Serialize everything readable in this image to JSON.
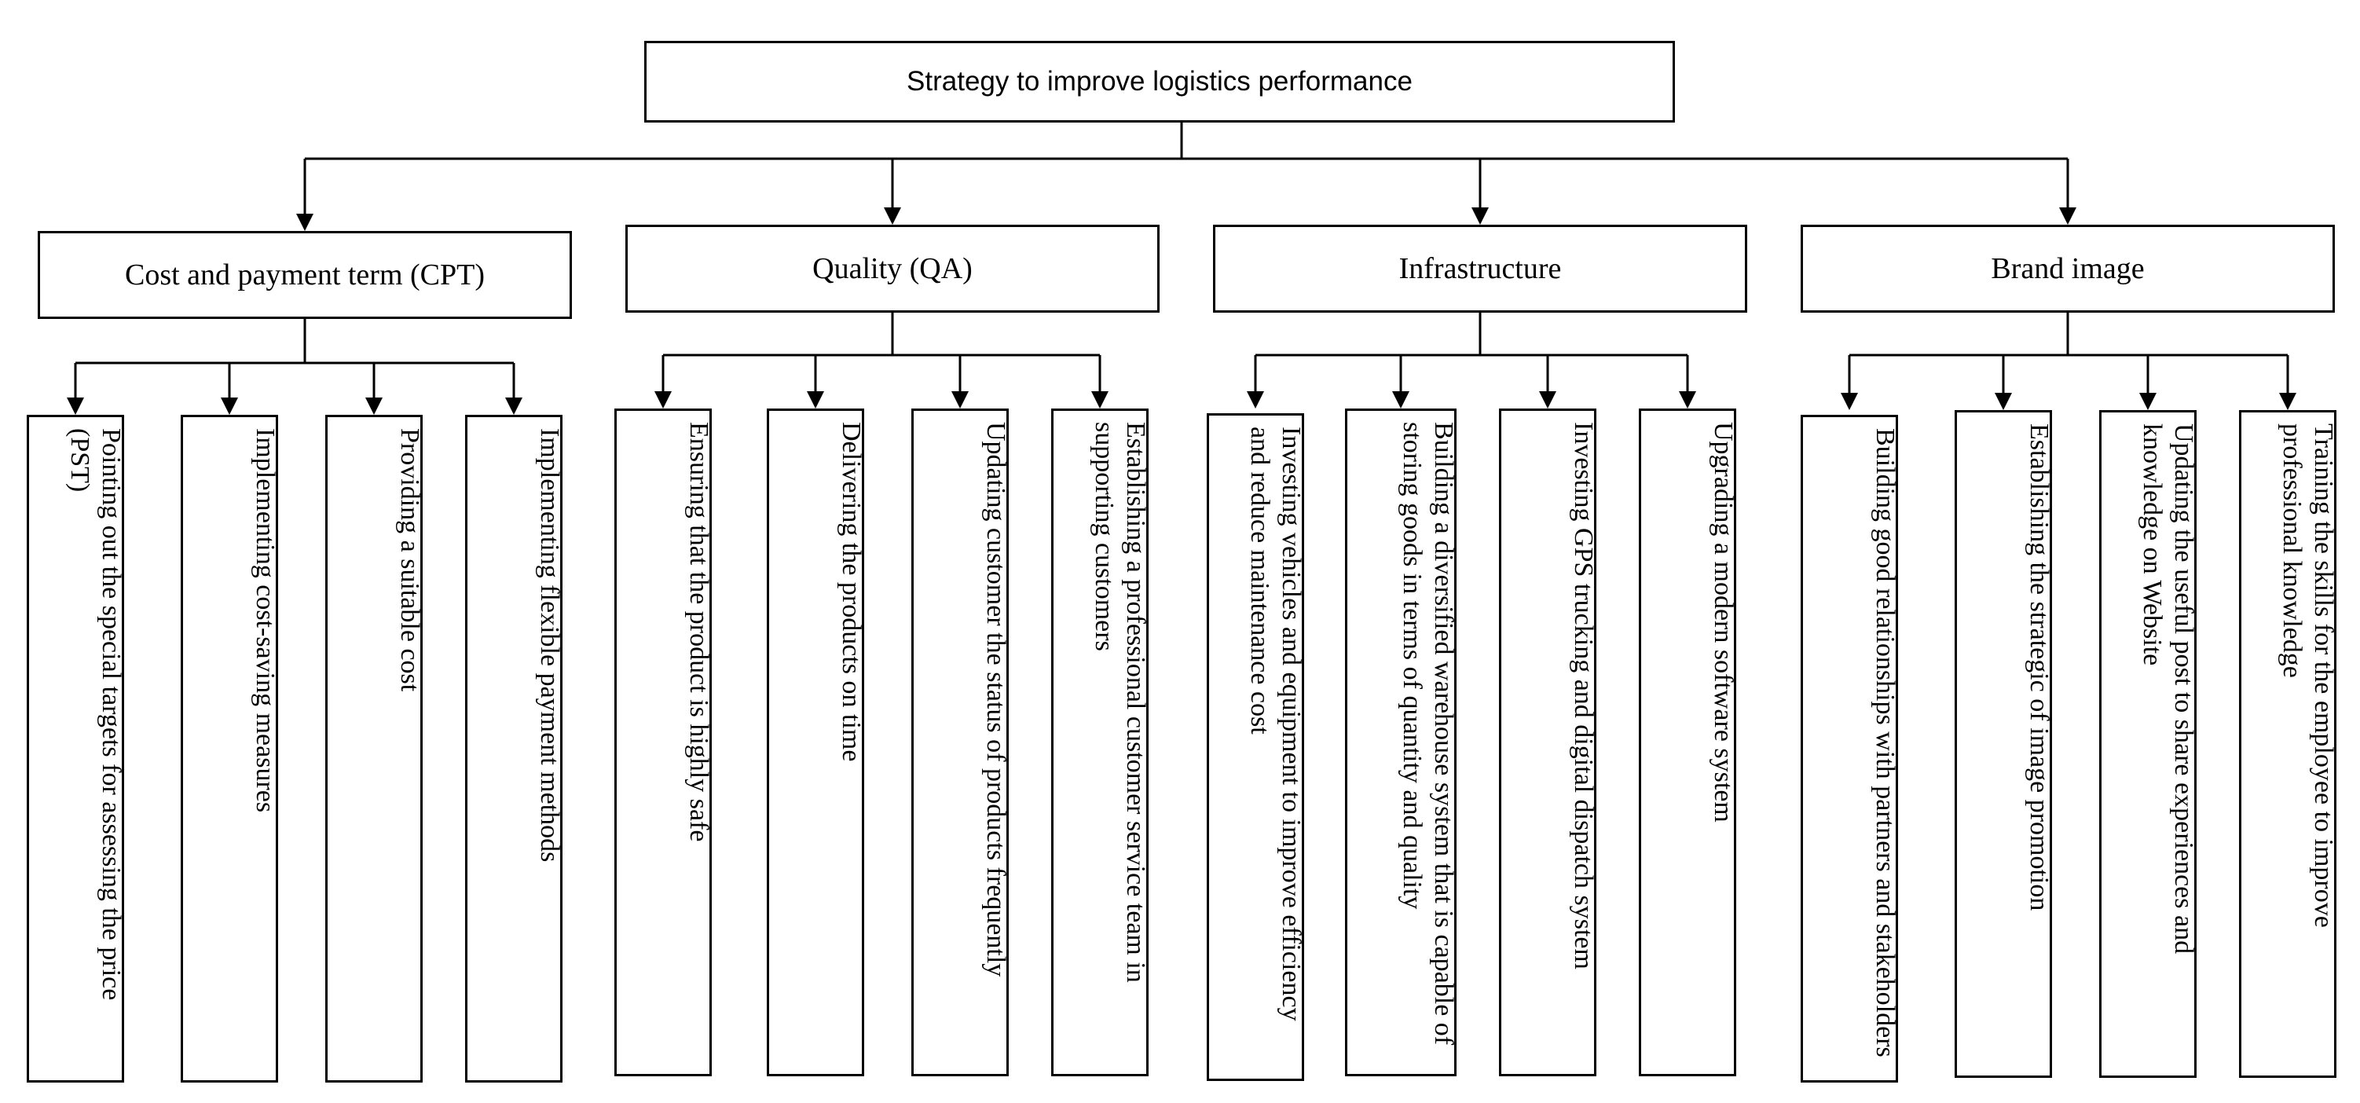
{
  "diagram": {
    "root": "Strategy to improve logistics performance",
    "categories": [
      {
        "label": "Cost and payment term (CPT)",
        "items": [
          "Pointing out the special targets for assessing the price (PST)",
          "Implementing cost-saving measures",
          "Providing a suitable cost",
          "Implementing flexible payment methods"
        ]
      },
      {
        "label": "Quality (QA)",
        "items": [
          "Ensuring that the product is highly safe",
          "Delivering the products on time",
          "Updating customer the status of products frequently",
          "Establishing a professional customer service team in supporting customers"
        ]
      },
      {
        "label": "Infrastructure",
        "items": [
          "Investing vehicles and equipment to improve efficiency and reduce maintenance cost",
          "Building a diversified warehouse system that is capable of storing goods in terms of quantity and quality",
          "Investing GPS trucking and digital dispatch system",
          "Upgrading a modern software system"
        ]
      },
      {
        "label": "Brand image",
        "items": [
          "Building good relationships with partners and stakeholders",
          "Establishing the strategic of image promotion",
          "Updating the useful post to share experiences and knowledge on Website",
          "Training the skills for the employee to improve professional knowledge"
        ]
      }
    ]
  },
  "colors": {
    "line": "#000000",
    "box_border": "#000000",
    "background": "#ffffff"
  }
}
